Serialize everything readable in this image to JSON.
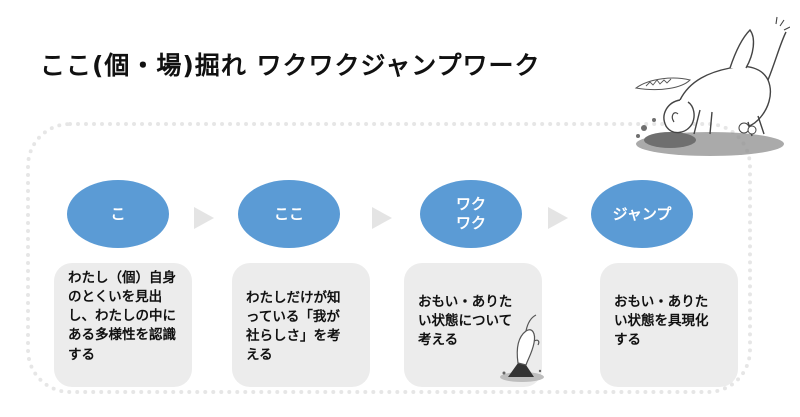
{
  "title": "ここ(個・場)掘れ ワクワクジャンプワーク",
  "steps": [
    {
      "label": "こ",
      "description": "わたし（個）自身のとくいを見出し、わたしの中にある多様性を認識する"
    },
    {
      "label": "ここ",
      "description": "わたしだけが知っている「我が社らしさ」を考える"
    },
    {
      "label": "ワク\nワク",
      "description": "おもい・ありたい状態について考える"
    },
    {
      "label": "ジャンプ",
      "description": "おもい・ありたい状態を具現化する"
    }
  ],
  "colors": {
    "oval": "#5b9bd5",
    "card": "#ececec",
    "arrow": "#e4e4e4",
    "frame": "#e6e6e6"
  },
  "illustrations": [
    "digging-dog-illustration",
    "dog-in-hole-illustration"
  ]
}
